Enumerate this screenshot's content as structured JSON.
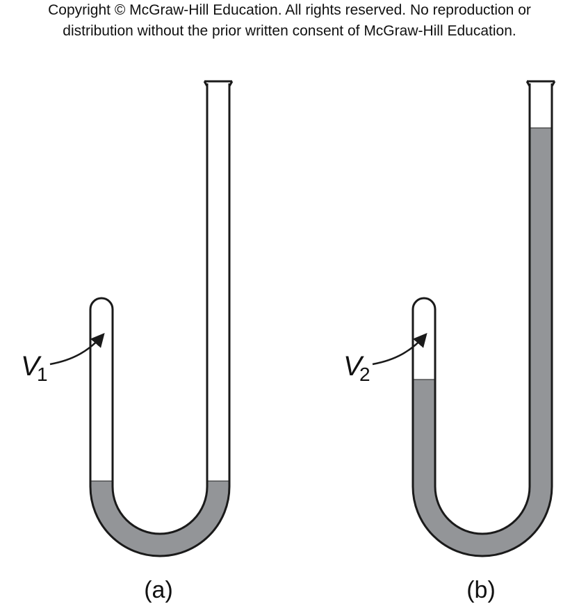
{
  "copyright": {
    "line1": "Copyright © McGraw-Hill Education.  All rights reserved. No reproduction or",
    "line2": "distribution without the prior written consent of McGraw-Hill Education."
  },
  "panels": [
    {
      "caption": "(a)",
      "volume_label": "V",
      "volume_subscript": "1"
    },
    {
      "caption": "(b)",
      "volume_label": "V",
      "volume_subscript": "2"
    }
  ],
  "colors": {
    "liquid": "#939598",
    "outline": "#1a1a1a",
    "background": "#ffffff"
  }
}
